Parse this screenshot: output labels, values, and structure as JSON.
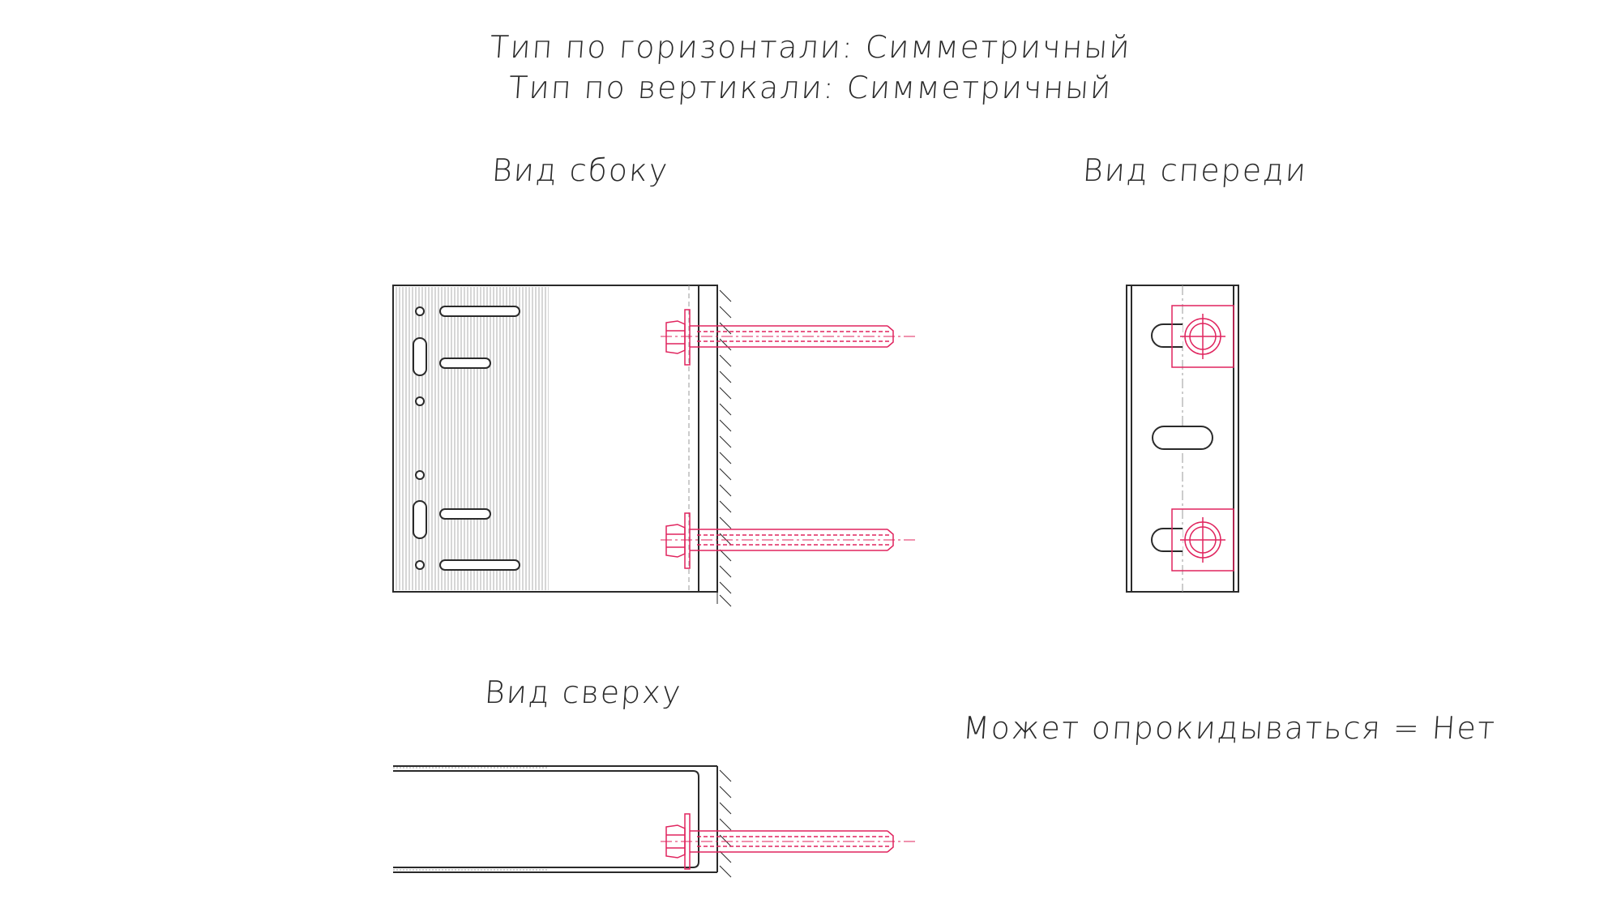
{
  "header": {
    "line1": "Тип по горизонтали: Симметричный",
    "line2": "Тип по вертикали: Симметричный"
  },
  "views": {
    "side": "Вид сбоку",
    "front": "Вид спереди",
    "top": "Вид сверху"
  },
  "note": "Может опрокидываться = Нет",
  "colors": {
    "line": "#2a2a2a",
    "fastener": "#e0245e",
    "hatch": "#9a9a9a"
  }
}
